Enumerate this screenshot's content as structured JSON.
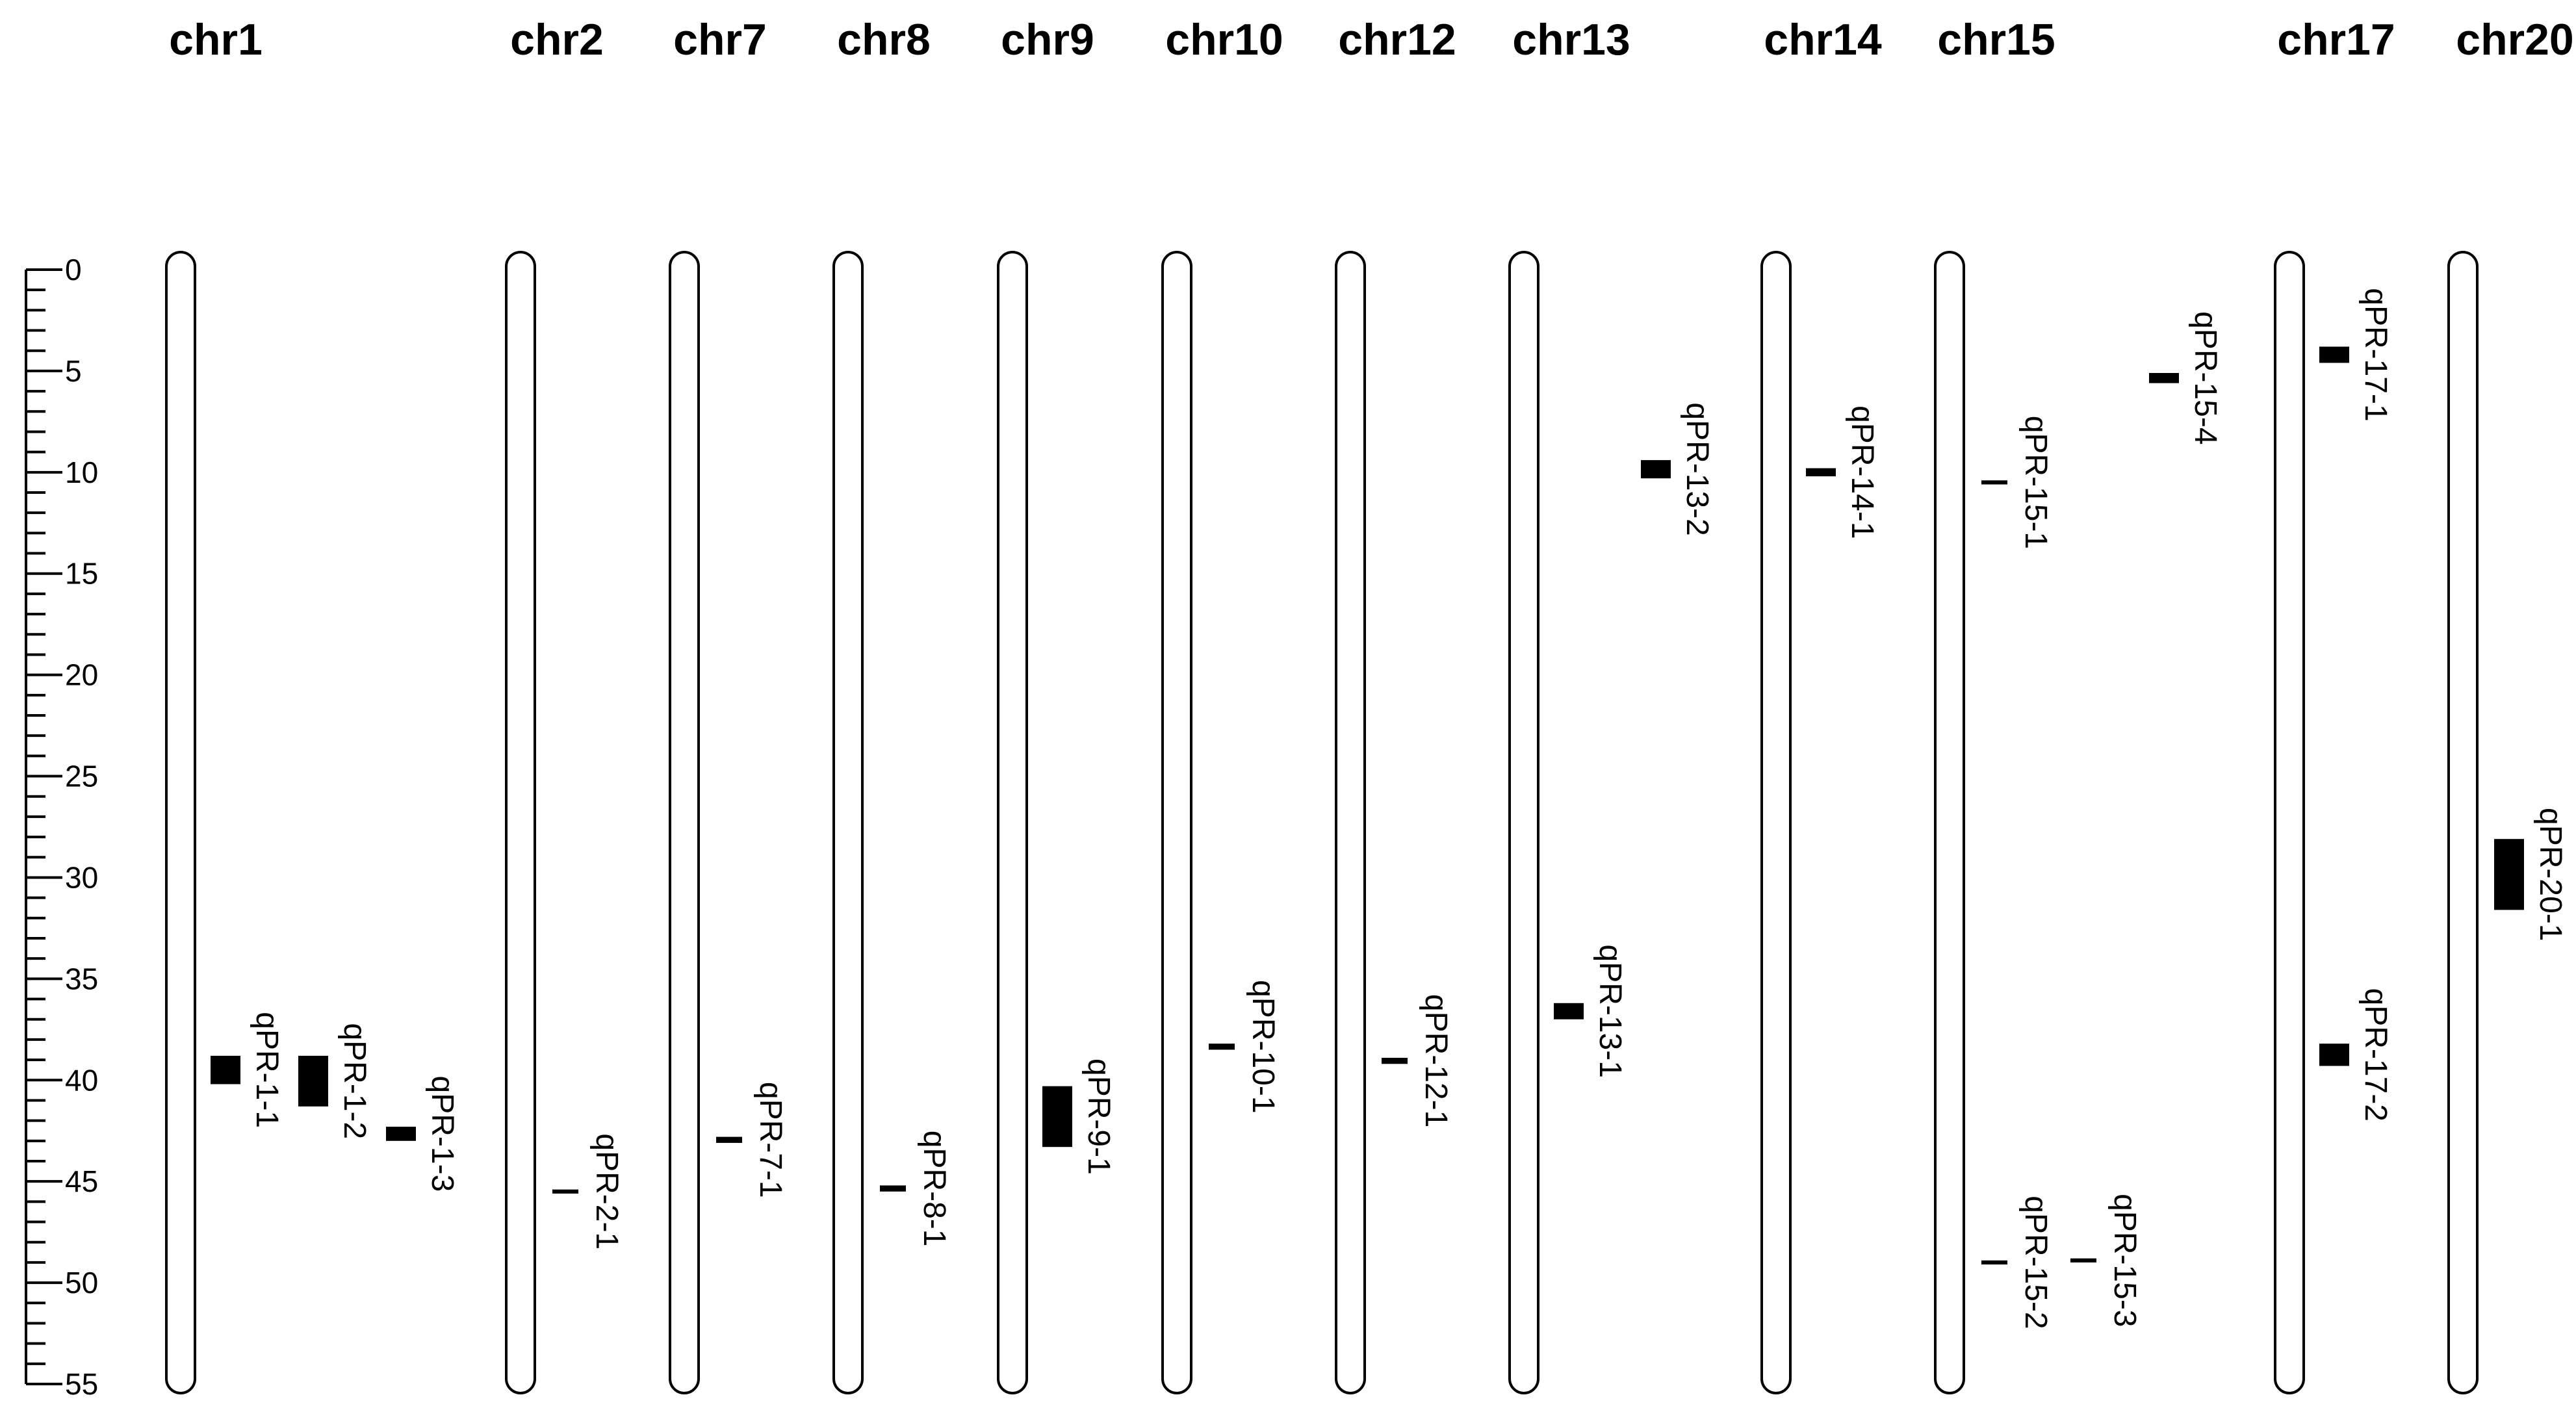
{
  "axis": {
    "min": 0,
    "max": 55,
    "major_step": 5,
    "minor_step": 1,
    "tick_labels": [
      "0",
      "5",
      "10",
      "15",
      "20",
      "25",
      "30",
      "35",
      "40",
      "45",
      "50",
      "55"
    ]
  },
  "chromosomes": [
    {
      "name": "chr1"
    },
    {
      "name": "chr2"
    },
    {
      "name": "chr7"
    },
    {
      "name": "chr8"
    },
    {
      "name": "chr9"
    },
    {
      "name": "chr10"
    },
    {
      "name": "chr12"
    },
    {
      "name": "chr13"
    },
    {
      "name": "chr14"
    },
    {
      "name": "chr15"
    },
    {
      "name": "chr17"
    },
    {
      "name": "chr20"
    }
  ],
  "qtls": [
    {
      "name": "qPR-1-1",
      "chr": "chr1",
      "start": 38.8,
      "end": 40.2
    },
    {
      "name": "qPR-1-2",
      "chr": "chr1",
      "start": 38.8,
      "end": 41.3
    },
    {
      "name": "qPR-1-3",
      "chr": "chr1",
      "start": 42.3,
      "end": 43.0
    },
    {
      "name": "qPR-2-1",
      "chr": "chr2",
      "start": 45.4,
      "end": 45.6
    },
    {
      "name": "qPR-7-1",
      "chr": "chr7",
      "start": 42.8,
      "end": 43.1
    },
    {
      "name": "qPR-8-1",
      "chr": "chr8",
      "start": 45.2,
      "end": 45.5
    },
    {
      "name": "qPR-9-1",
      "chr": "chr9",
      "start": 40.3,
      "end": 43.3
    },
    {
      "name": "qPR-10-1",
      "chr": "chr10",
      "start": 38.2,
      "end": 38.5
    },
    {
      "name": "qPR-12-1",
      "chr": "chr12",
      "start": 38.9,
      "end": 39.2
    },
    {
      "name": "qPR-13-1",
      "chr": "chr13",
      "start": 36.2,
      "end": 37.0
    },
    {
      "name": "qPR-13-2",
      "chr": "chr13",
      "start": 9.4,
      "end": 10.3
    },
    {
      "name": "qPR-14-1",
      "chr": "chr14",
      "start": 9.8,
      "end": 10.2
    },
    {
      "name": "qPR-15-1",
      "chr": "chr15",
      "start": 10.4,
      "end": 10.6
    },
    {
      "name": "qPR-15-2",
      "chr": "chr15",
      "start": 48.9,
      "end": 49.1
    },
    {
      "name": "qPR-15-3",
      "chr": "chr15",
      "start": 48.8,
      "end": 49.0
    },
    {
      "name": "qPR-15-4",
      "chr": "chr15",
      "start": 5.1,
      "end": 5.6
    },
    {
      "name": "qPR-17-1",
      "chr": "chr17",
      "start": 3.8,
      "end": 4.6
    },
    {
      "name": "qPR-17-2",
      "chr": "chr17",
      "start": 38.2,
      "end": 39.3
    },
    {
      "name": "qPR-20-1",
      "chr": "chr20",
      "start": 28.1,
      "end": 31.6
    }
  ]
}
